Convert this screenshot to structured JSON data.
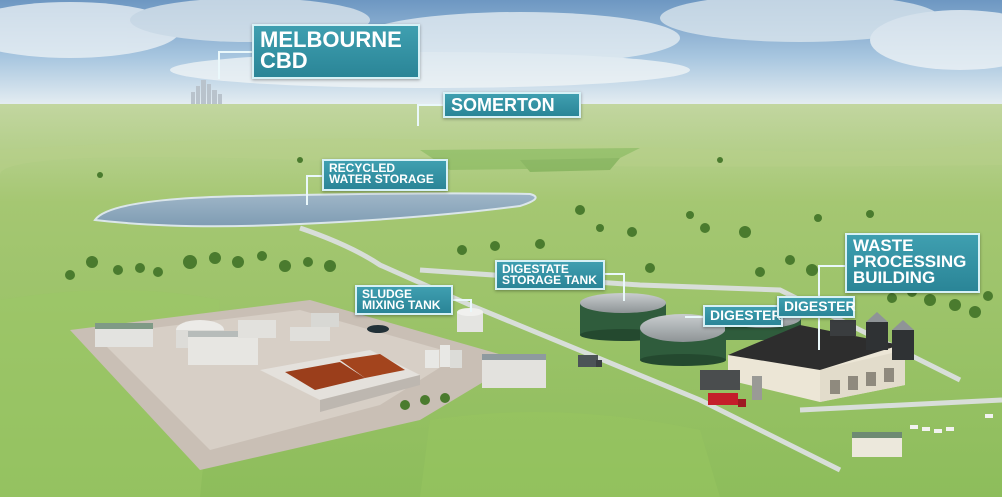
{
  "image": {
    "labels": {
      "melbourne_cbd": "Melbourne\nCBD",
      "somerton": "Somerton",
      "recycled_water_storage": "Recycled\nWater Storage",
      "digestate_storage_tank": "Digestate\nStorage Tank",
      "sludge_mixing_tank": "Sludge\nMixing Tank",
      "waste_processing_building": "Waste\nProcessing\nBuilding",
      "digester_1": "Digester",
      "digester_2": "Digester"
    },
    "colors": {
      "label_fill": "#2f8fa1",
      "label_border": "#d6f1f6",
      "grass": "#9cc46a",
      "water": "#8fa9bd"
    }
  }
}
